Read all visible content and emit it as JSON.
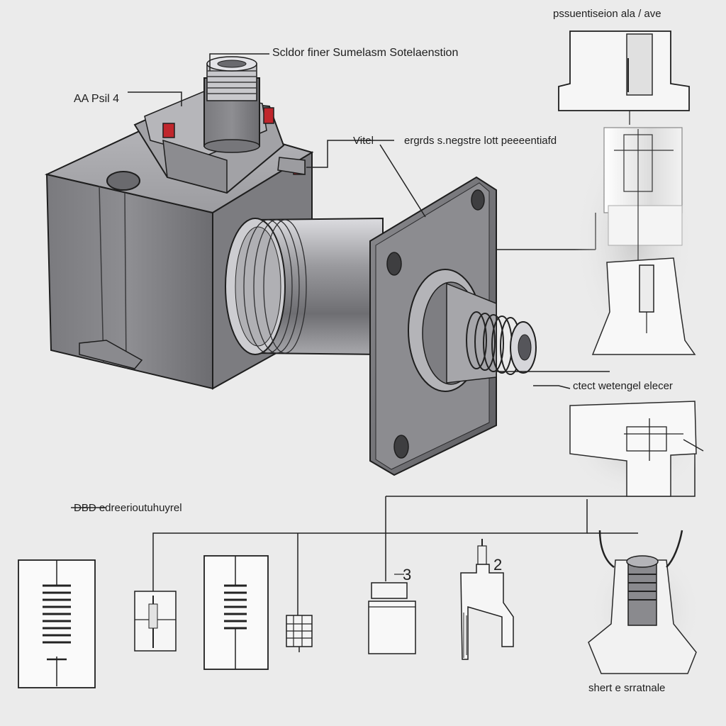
{
  "labels": {
    "top_right": "pssuentiseion ala / ave",
    "top_center": "Scldor finer Sumelasm Sotelaenstion",
    "left_top": "AA Psil 4",
    "vitel": "Vitel",
    "center_right": "ergrds s.negstre lott peeeentiafd",
    "mid_right": "ctect  wetengel elecer",
    "left_mid": "DBD edreerioutuhuyrel",
    "num_3": "3",
    "num_2": "2",
    "bottom_right": "shert e srratnale"
  },
  "colors": {
    "background": "#ebebeb",
    "metal_dark": "#6e6e72",
    "metal_mid": "#9a9a9e",
    "metal_light": "#c4c4c8",
    "accent_red": "#c0262c",
    "line": "#222222"
  }
}
